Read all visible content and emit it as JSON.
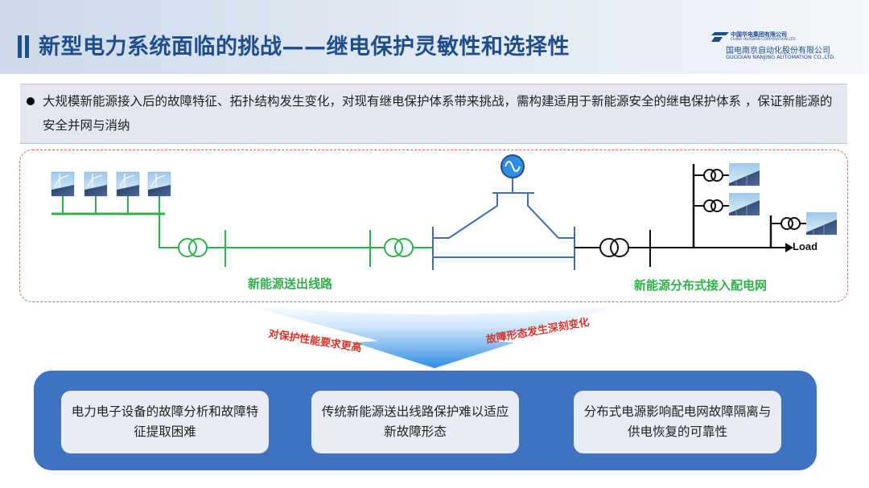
{
  "header": {
    "title": "新型电力系统面临的挑战——继电保护灵敏性和选择性",
    "logo": {
      "group_cn": "中国华电集团有限公司",
      "group_en": "CHINA HUADIAN CORPORATION LTD.",
      "company_cn": "国电南京自动化股份有限公司",
      "company_en": "GUODIAN NANJING AUTOMATION CO.,LTD."
    }
  },
  "intro": {
    "text": "大规模新能源接入后的故障特征、拓扑结构发生变化，对现有继电保护体系带来挑战，需构建适用于新能源安全的继电保护体系 ，保证新能源的安全并网与消纳"
  },
  "diagram": {
    "left_label": "新能源送出线路",
    "right_label": "新能源分布式接入配电网",
    "load_label": "Load",
    "colors": {
      "left_network": "#2fb14a",
      "middle_network": "#3f6fb0",
      "right_network": "#111111",
      "label": "#2fb14a"
    }
  },
  "arrow": {
    "left_text": "对保护性能要求更高",
    "right_text": "故障形态发生深刻变化",
    "text_color": "#d9342b"
  },
  "challenges": [
    {
      "text": "电力电子设备的故障分析和故障特征提取困难"
    },
    {
      "text": "传统新能源送出线路保护难以适应新故障形态"
    },
    {
      "text": "分布式电源影响配电网故障隔离与供电恢复的可靠性"
    }
  ]
}
